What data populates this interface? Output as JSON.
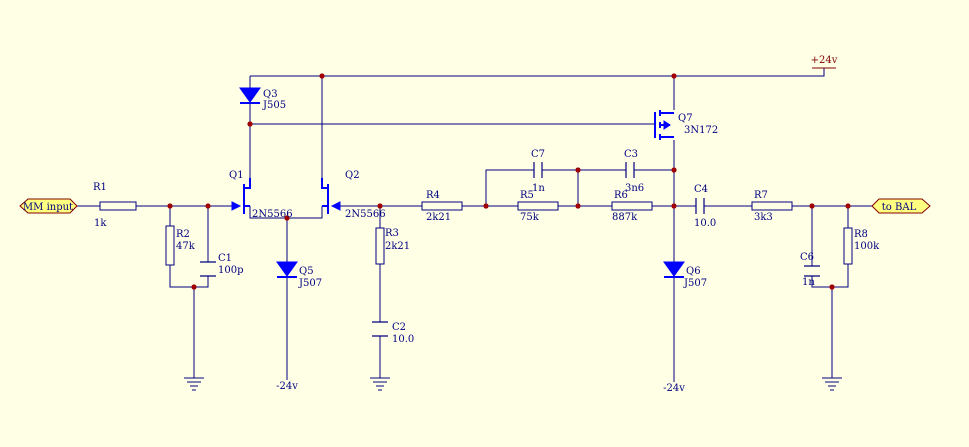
{
  "ports": {
    "input": "MM input",
    "output": "to BAL"
  },
  "power": {
    "pos": "+24v",
    "neg_left": "-24v",
    "neg_right": "-24v"
  },
  "resistors": [
    {
      "ref": "R1",
      "value": "1k"
    },
    {
      "ref": "R2",
      "value": "47k"
    },
    {
      "ref": "R3",
      "value": "2k21"
    },
    {
      "ref": "R4",
      "value": "2k21"
    },
    {
      "ref": "R5",
      "value": "75k"
    },
    {
      "ref": "R6",
      "value": "887k"
    },
    {
      "ref": "R7",
      "value": "3k3"
    },
    {
      "ref": "R8",
      "value": "100k"
    }
  ],
  "capacitors": [
    {
      "ref": "C1",
      "value": "100p"
    },
    {
      "ref": "C2",
      "value": "10.0"
    },
    {
      "ref": "C3",
      "value": "3n6"
    },
    {
      "ref": "C4",
      "value": "10.0"
    },
    {
      "ref": "C6",
      "value": "1n"
    },
    {
      "ref": "C7",
      "value": "1n"
    }
  ],
  "transistors": [
    {
      "ref": "Q1",
      "value": "2N5566"
    },
    {
      "ref": "Q2",
      "value": "2N5566"
    },
    {
      "ref": "Q7",
      "value": "3N172"
    }
  ],
  "diodes": [
    {
      "ref": "Q3",
      "value": "J505"
    },
    {
      "ref": "Q5",
      "value": "J507"
    },
    {
      "ref": "Q6",
      "value": "J507"
    }
  ],
  "colors": {
    "wire": "#000080",
    "device": "#0000ff",
    "junction": "#a00000",
    "power": "#800000",
    "port_fill": "#ffff80",
    "background": "#ffffe6"
  }
}
